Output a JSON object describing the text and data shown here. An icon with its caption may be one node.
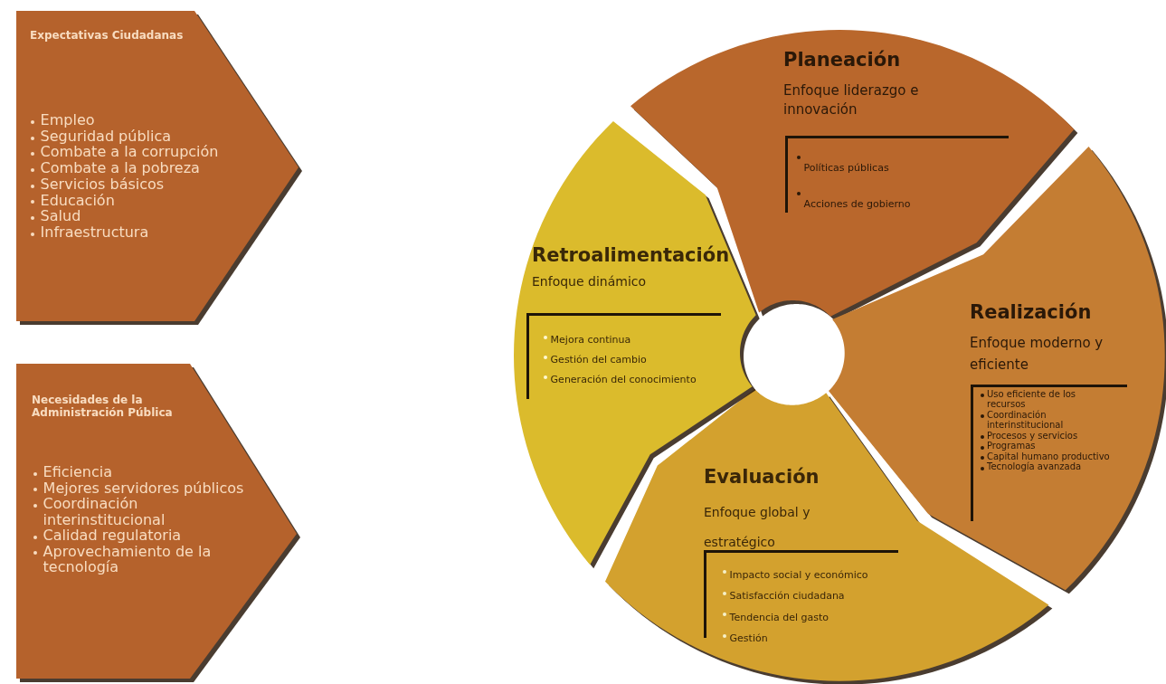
{
  "diagram": {
    "nodes": [
      {
        "text": [
          "Expectativas Ciudadanas",
          "Empleo",
          "Seguridad pública",
          "Combate a la corrupción",
          "Combate a la pobreza",
          "Servicios básicos",
          "Educación",
          "Salud",
          "Infraestructura"
        ]
      },
      {
        "text": [
          "Necesidades de la Administración Pública",
          "Eficiencia",
          "Mejores servidores públicos",
          "Coordinación interinstitucional",
          "Calidad regulatoria",
          "Aprovechamiento de la tecnología"
        ]
      },
      {
        "text": [
          "Planeación",
          "Enfoque liderazgo e innovación",
          "Políticas públicas",
          "Acciones de gobierno"
        ]
      },
      {
        "text": [
          "Realización",
          "Enfoque moderno y eficiente",
          "Uso eficiente de los recursos",
          "Coordinación interinstitucional",
          "Procesos y servicios",
          "Programas",
          "Capital humano productivo",
          "Tecnología avanzada"
        ]
      },
      {
        "text": [
          "Evaluación",
          "Enfoque global y estratégico",
          "Impacto social y económico",
          "Satisfacción ciudadana",
          "Tendencia del gasto",
          "Gestión"
        ]
      },
      {
        "text": [
          "Retroalimentación",
          "Enfoque dinámico",
          "Mejora continua",
          "Gestión del cambio",
          "Generación del conocimiento"
        ]
      }
    ],
    "edges": []
  }
}
